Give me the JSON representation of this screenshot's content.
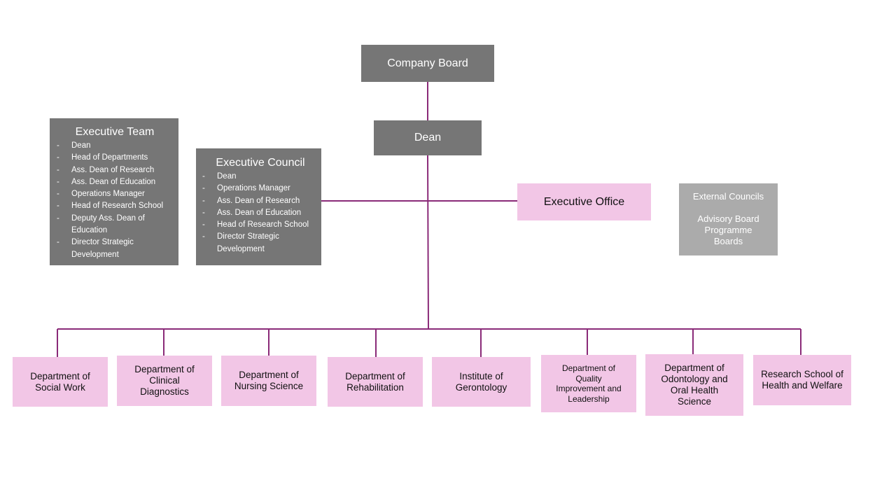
{
  "company_board": "Company Board",
  "dean": "Dean",
  "executive_team": {
    "title": "Executive Team",
    "items": [
      "Dean",
      "Head of Departments",
      "Ass. Dean of Research",
      "Ass. Dean of Education",
      "Operations Manager",
      "Head of Research School",
      "Deputy Ass. Dean of Education",
      "Director Strategic Development"
    ]
  },
  "executive_council": {
    "title": "Executive Council",
    "items": [
      "Dean",
      "Operations Manager",
      "Ass. Dean of Research",
      "Ass. Dean of Education",
      "Head of Research School",
      "Director Strategic Development"
    ]
  },
  "executive_office": "Executive Office",
  "external": {
    "title": "External Councils",
    "line1": "Advisory Board",
    "line2": "Programme",
    "line3": "Boards"
  },
  "departments": [
    "Department of Social Work",
    "Department of Clinical Diagnostics",
    "Department of Nursing Science",
    "Department of Rehabilitation",
    "Institute of Gerontology",
    "Department of Quality Improvement and Leadership",
    "Department of Odontology and Oral Health Science",
    "Research School of Health and Welfare"
  ],
  "colors": {
    "dark_box": "#767676",
    "light_grey_box": "#ababab",
    "pink_box": "#f2c6e6",
    "connector": "#8a2a78"
  }
}
